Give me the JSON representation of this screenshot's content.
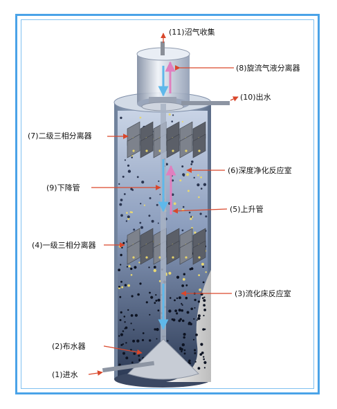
{
  "labels": {
    "biogas_collection": "(11)沼气收集",
    "cyclone_separator": "(8)旋流气液分离器",
    "water_outlet": "(10)出水",
    "second_separator": "(7)二级三相分离器",
    "deep_purification": "(6)深度净化反应室",
    "downcomer": "(9)下降管",
    "riser": "(5)上升管",
    "first_separator": "(4)一级三相分离器",
    "fluidized_bed": "(3)流化床反应室",
    "distributor": "(2)布水器",
    "water_inlet": "(1)进水"
  },
  "colors": {
    "frame": "#4aa3e8",
    "arrow": "#d9472b",
    "tank_body": "#9db0c8",
    "flow_down": "#7ec8f0",
    "flow_up": "#e38bc5"
  }
}
